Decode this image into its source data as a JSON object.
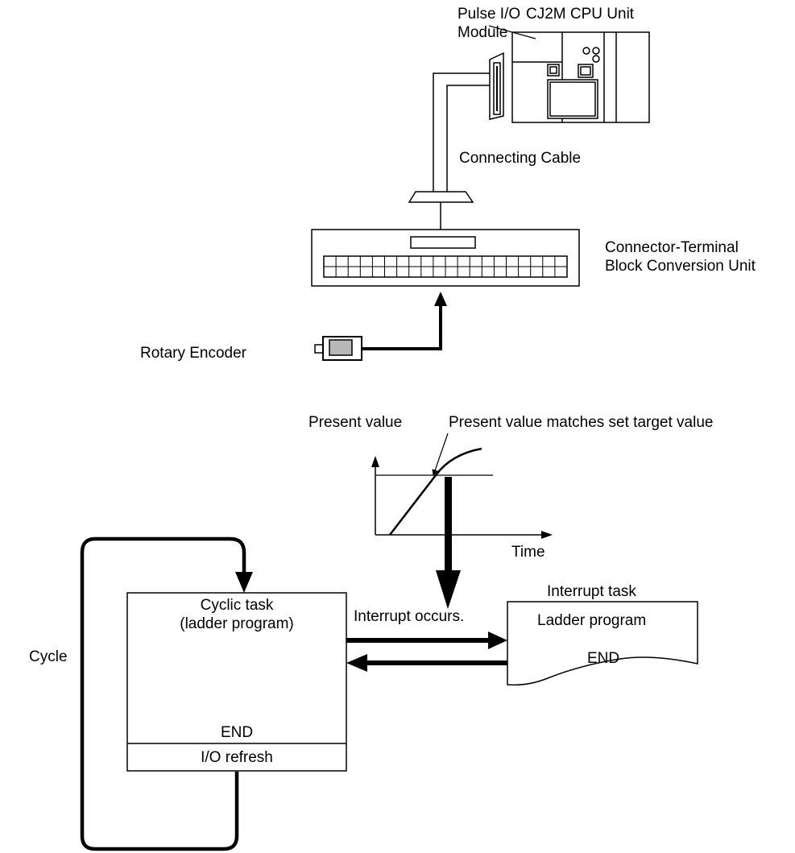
{
  "hardware": {
    "pulse_io_module_label_line1": "Pulse I/O",
    "pulse_io_module_label_line2": "Module",
    "cpu_unit_label": "CJ2M CPU Unit",
    "connecting_cable_label": "Connecting Cable",
    "conversion_unit_label_line1": "Connector-Terminal",
    "conversion_unit_label_line2": "Block Conversion Unit",
    "rotary_encoder_label": "Rotary Encoder"
  },
  "graph": {
    "y_axis_label": "Present value",
    "x_axis_label": "Time",
    "match_annotation": "Present value matches set target value"
  },
  "flow": {
    "cyclic_task_line1": "Cyclic task",
    "cyclic_task_line2": "(ladder program)",
    "cyclic_end": "END",
    "io_refresh": "I/O refresh",
    "cycle_label": "Cycle",
    "interrupt_occurs": "Interrupt occurs.",
    "interrupt_task_title": "Interrupt task",
    "interrupt_ladder_program": "Ladder program",
    "interrupt_end": "END"
  }
}
